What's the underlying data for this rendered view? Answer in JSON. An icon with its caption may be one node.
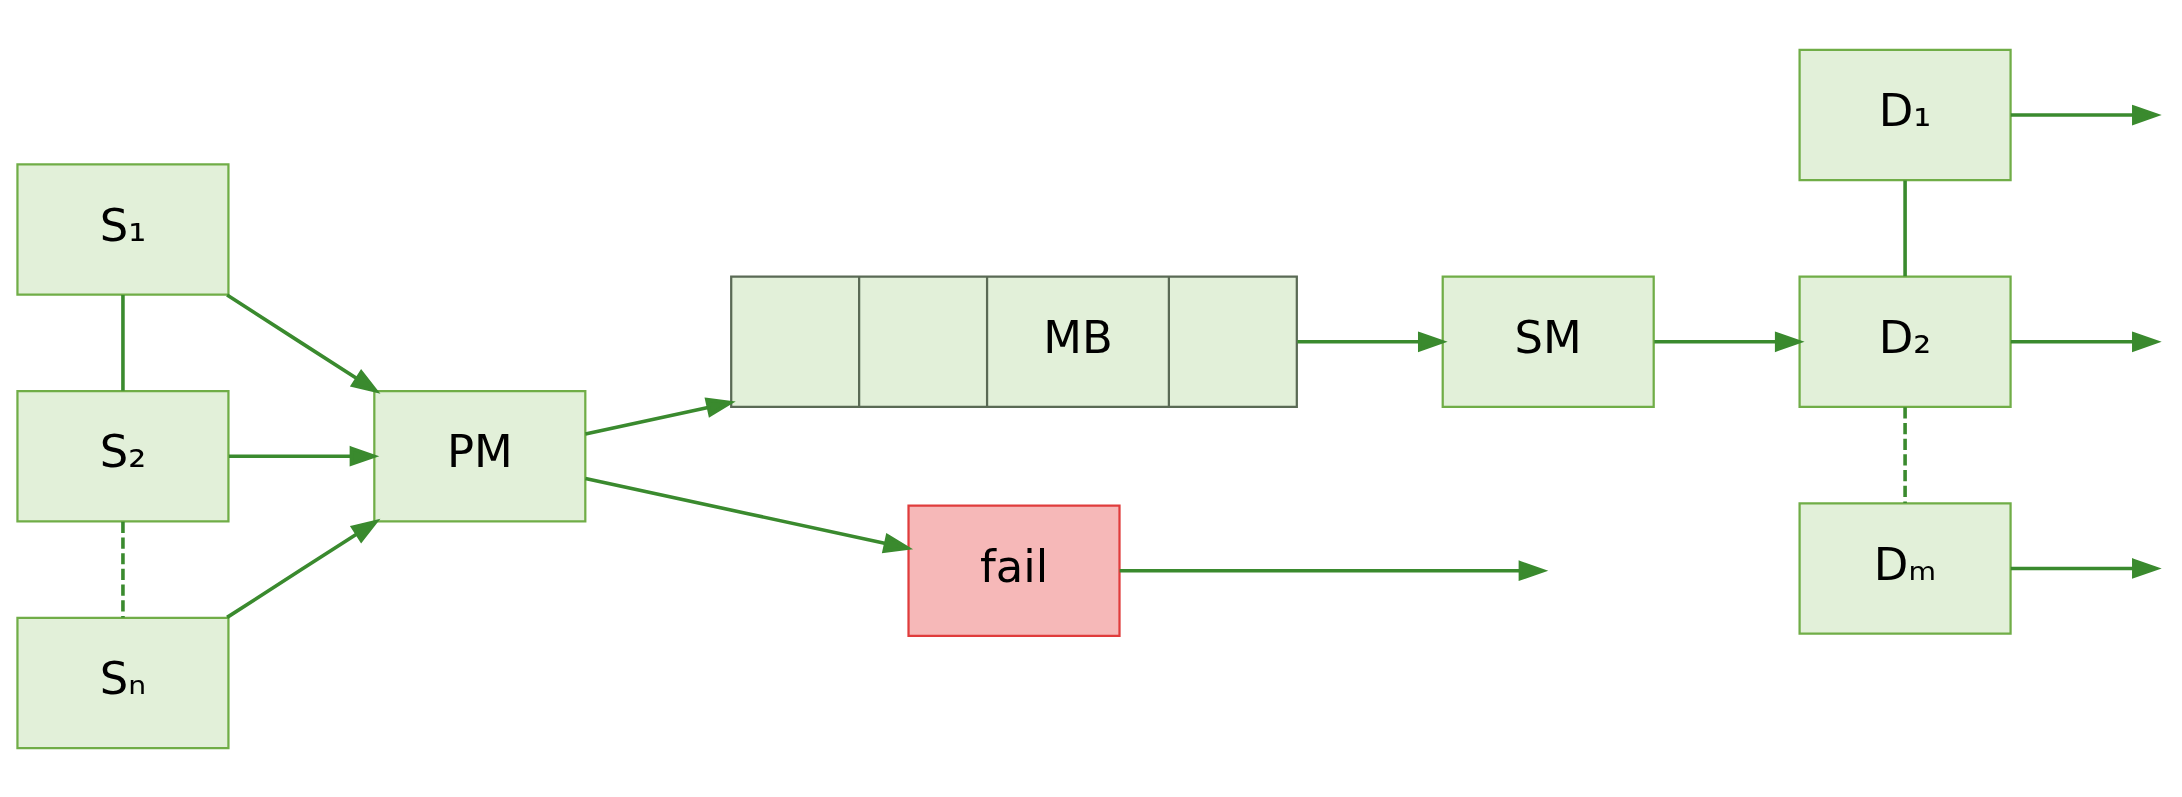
{
  "diagram": {
    "nodes": [
      {
        "text": [
          "S₁"
        ]
      },
      {
        "text": [
          "S₂"
        ]
      },
      {
        "text": [
          "Sₙ"
        ]
      },
      {
        "text": [
          "PM"
        ]
      },
      {
        "text": [
          "MB"
        ]
      },
      {
        "text": [
          "fail"
        ]
      },
      {
        "text": [
          "SM"
        ]
      },
      {
        "text": [
          "D₁"
        ]
      },
      {
        "text": [
          "D₂"
        ]
      },
      {
        "text": [
          "Dₘ"
        ]
      }
    ],
    "edges": [
      {
        "from": 0,
        "to": 1,
        "arrow": "none"
      },
      {
        "from": 1,
        "to": 2,
        "arrow": "none",
        "style": "dashed"
      },
      {
        "from": 0,
        "to": 3,
        "arrow": "to"
      },
      {
        "from": 1,
        "to": 3,
        "arrow": "to"
      },
      {
        "from": 2,
        "to": 3,
        "arrow": "to"
      },
      {
        "from": 3,
        "to": 4,
        "arrow": "to"
      },
      {
        "from": 3,
        "to": 5,
        "arrow": "to"
      },
      {
        "from": 5,
        "to": null,
        "arrow": "to"
      },
      {
        "from": 4,
        "to": 6,
        "arrow": "to"
      },
      {
        "from": 6,
        "to": 8,
        "arrow": "to"
      },
      {
        "from": 7,
        "to": 8,
        "arrow": "none"
      },
      {
        "from": 8,
        "to": 9,
        "arrow": "none",
        "style": "dashed"
      },
      {
        "from": 7,
        "to": null,
        "arrow": "to"
      },
      {
        "from": 8,
        "to": null,
        "arrow": "to"
      },
      {
        "from": 9,
        "to": null,
        "arrow": "to"
      }
    ]
  }
}
